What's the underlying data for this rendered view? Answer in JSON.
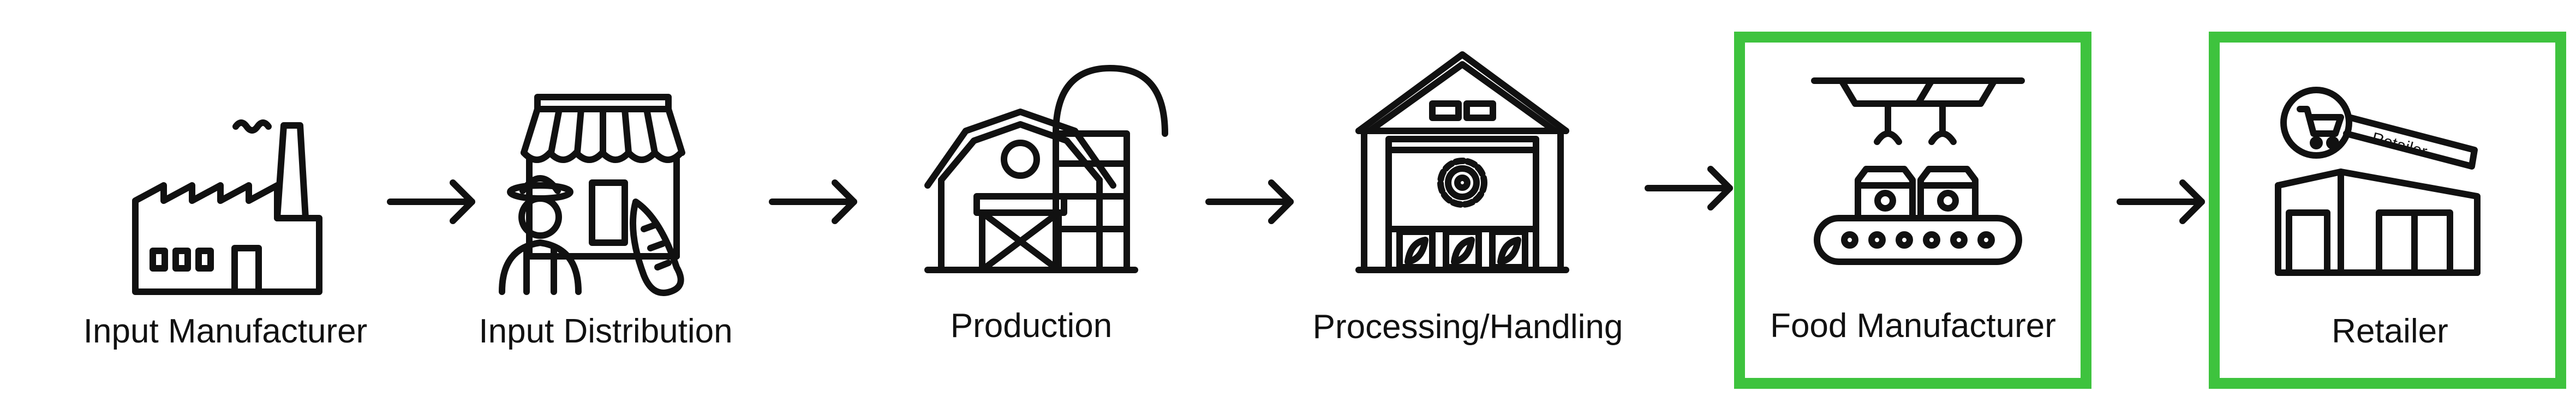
{
  "steps": [
    {
      "label": "Input Manufacturer",
      "icon": "factory-icon",
      "highlighted": false
    },
    {
      "label": "Input Distribution",
      "icon": "farm-shop-icon",
      "highlighted": false
    },
    {
      "label": "Production",
      "icon": "barn-silo-icon",
      "highlighted": false
    },
    {
      "label": "Processing/Handling",
      "icon": "warehouse-gear-icon",
      "highlighted": false
    },
    {
      "label": "Food Manufacturer",
      "icon": "conveyor-packaging-icon",
      "highlighted": true
    },
    {
      "label": "Retailer",
      "icon": "retail-store-icon",
      "highlighted": true
    }
  ],
  "store_sign": "Retailer",
  "colors": {
    "highlight": "#3ec33e",
    "stroke": "#111111",
    "background": "#ffffff"
  }
}
